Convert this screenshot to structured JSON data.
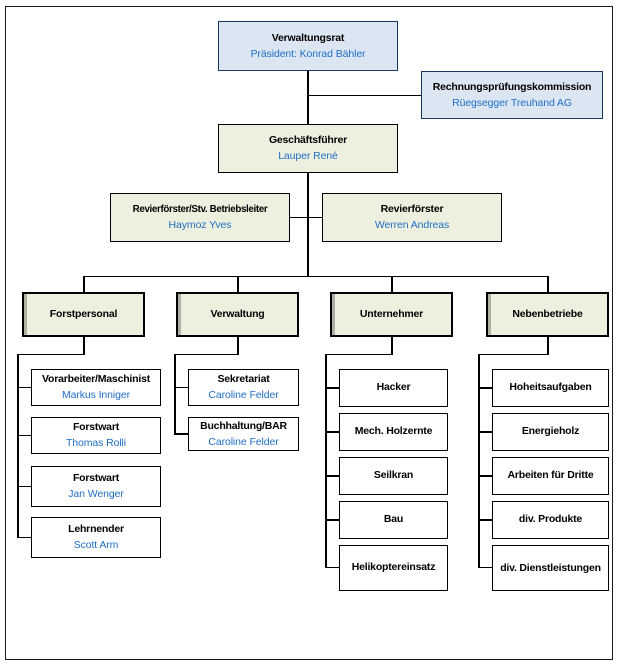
{
  "colors": {
    "blue_fill": "#dce6f2",
    "blue_border": "#17375e",
    "green_fill": "#eef0df",
    "box_border": "#000000",
    "link_blue": "#1f6fc5",
    "line": "#000000"
  },
  "nodes": {
    "verwaltungsrat": {
      "title": "Verwaltungsrat",
      "subtitle": "Präsident: Konrad Bähler"
    },
    "rechnungspruefungskommission": {
      "title": "Rechnungsprüfungskommission",
      "subtitle": "Rüegsegger Treuhand AG"
    },
    "geschaeftsfuehrer": {
      "title": "Geschäftsführer",
      "subtitle": "Lauper René"
    },
    "revierfoerster_stv": {
      "title": "Revierförster/Stv. Betriebsleiter",
      "subtitle": "Haymoz Yves"
    },
    "revierfoerster": {
      "title": "Revierförster",
      "subtitle": "Werren Andreas"
    },
    "forstpersonal": {
      "title": "Forstpersonal",
      "children": [
        {
          "title": "Vorarbeiter/Maschinist",
          "subtitle": "Markus Inniger"
        },
        {
          "title": "Forstwart",
          "subtitle": "Thomas Rolli"
        },
        {
          "title": "Forstwart",
          "subtitle": "Jan Wenger"
        },
        {
          "title": "Lehrnender",
          "subtitle": "Scott Arm"
        }
      ]
    },
    "verwaltung": {
      "title": "Verwaltung",
      "children": [
        {
          "title": "Sekretariat",
          "subtitle": "Caroline Felder"
        },
        {
          "title": "Buchhaltung/BAR",
          "subtitle": "Caroline Felder"
        }
      ]
    },
    "unternehmer": {
      "title": "Unternehmer",
      "children": [
        {
          "title": "Hacker"
        },
        {
          "title": "Mech. Holzernte"
        },
        {
          "title": "Seilkran"
        },
        {
          "title": "Bau"
        },
        {
          "title": "Helikoptereinsatz"
        }
      ]
    },
    "nebenbetriebe": {
      "title": "Nebenbetriebe",
      "children": [
        {
          "title": "Hoheitsaufgaben"
        },
        {
          "title": "Energieholz"
        },
        {
          "title": "Arbeiten für Dritte"
        },
        {
          "title": "div. Produkte"
        },
        {
          "title": "div. Dienstleistungen"
        }
      ]
    }
  }
}
